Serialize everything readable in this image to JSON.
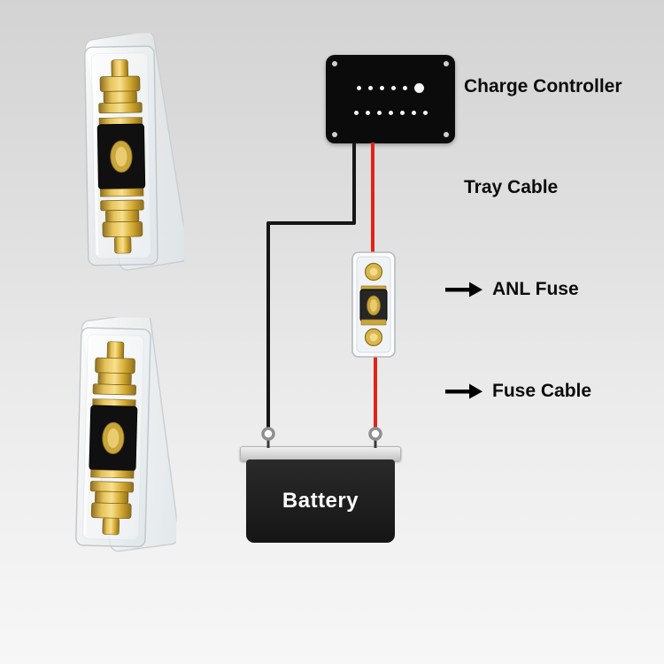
{
  "diagram": {
    "labels": {
      "charge_controller": "Charge Controller",
      "tray_cable": "Tray Cable",
      "anl_fuse": "ANL Fuse",
      "fuse_cable": "Fuse Cable",
      "battery": "Battery"
    },
    "colors": {
      "wire_red": "#e2231a",
      "wire_black": "#161616",
      "controller_body": "#0b0b0b",
      "battery_body": "#1b1b1b",
      "terminal_gold": "#d4a72c",
      "background_top": "#d3d3d3",
      "background_bottom": "#f7f7f7"
    }
  }
}
